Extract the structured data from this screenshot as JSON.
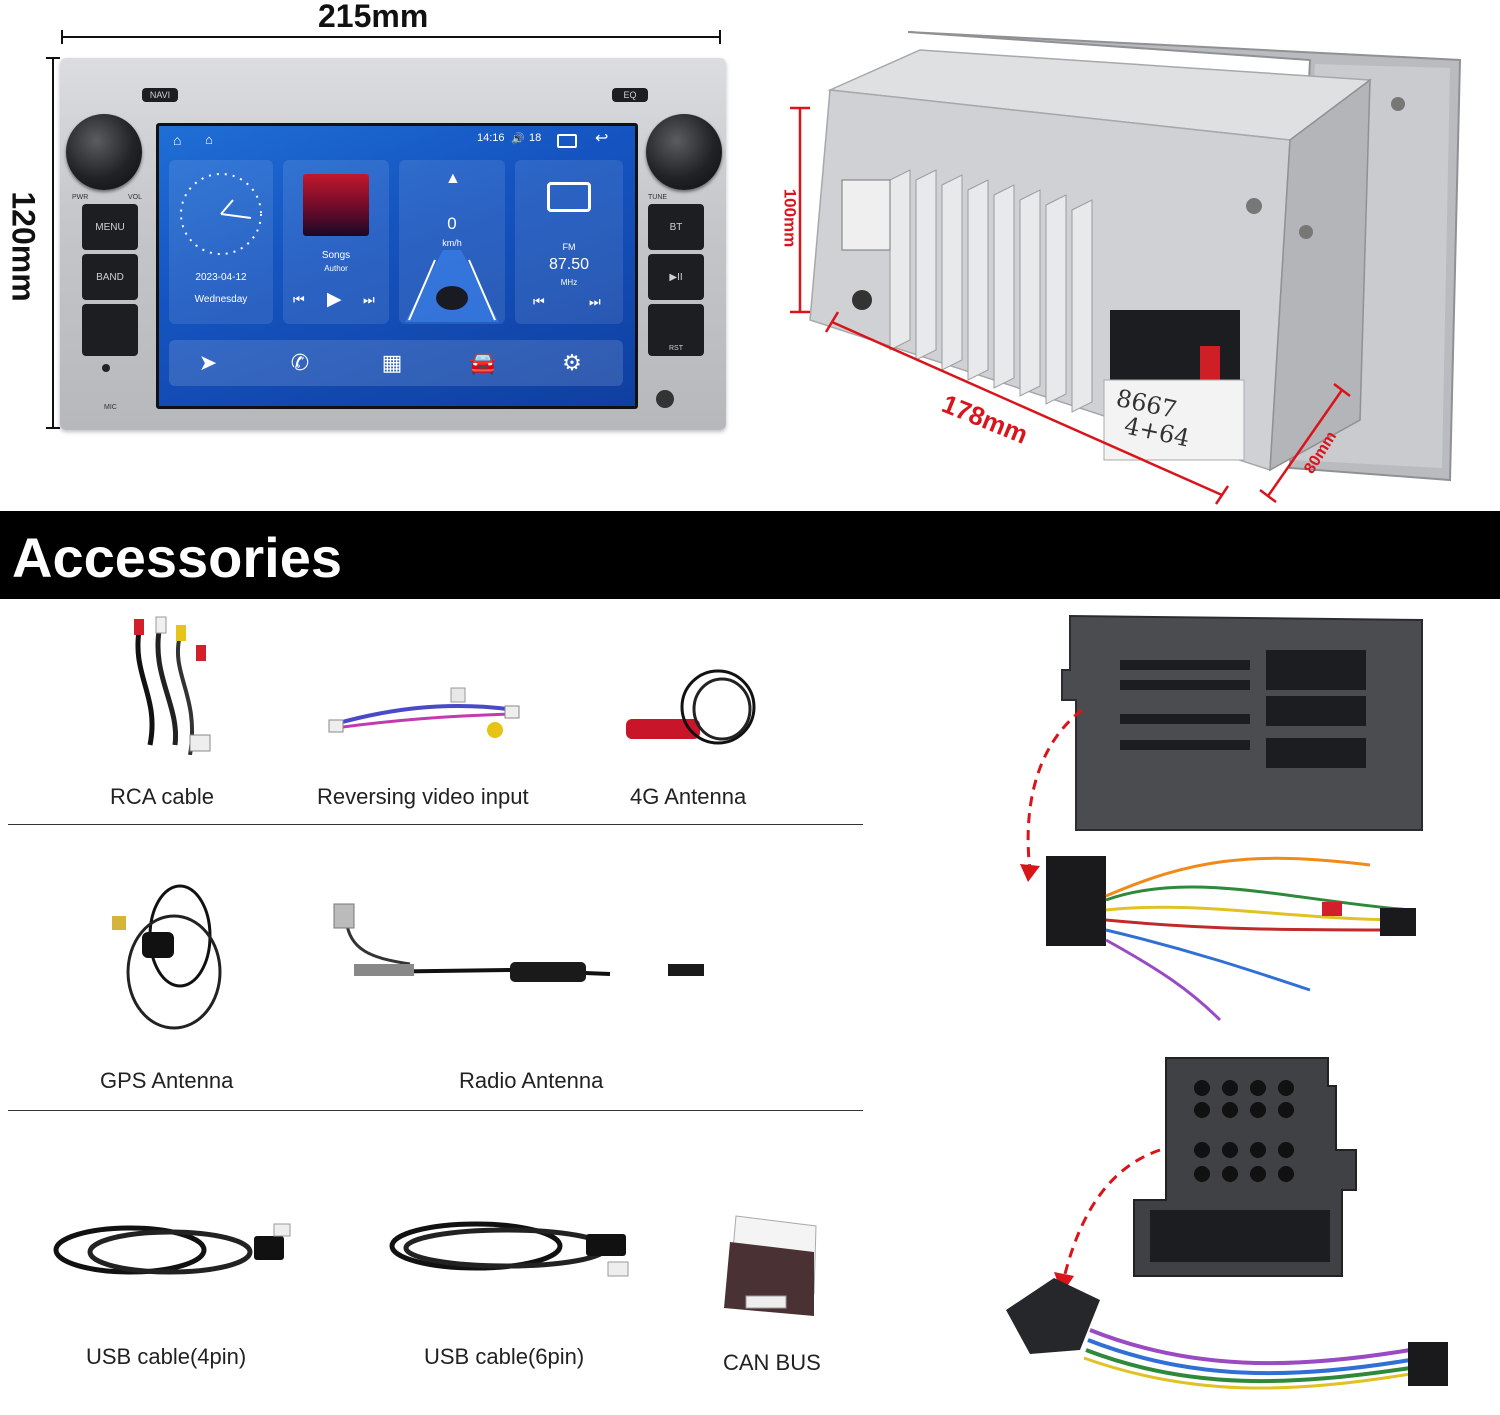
{
  "dimensions": {
    "width": "215mm",
    "height": "120mm",
    "depth_side": "100mm",
    "length": "178mm",
    "depth": "80mm"
  },
  "head_unit": {
    "buttons": {
      "navi": "NAVI",
      "eq": "EQ",
      "menu": "MENU",
      "band": "BAND",
      "bt": "BT",
      "play_pause": "▶II",
      "rst": "RST",
      "pwr": "PWR",
      "vol": "VOL",
      "tune": "TUNE",
      "mic": "MIC"
    },
    "status_bar": {
      "time": "14:16",
      "volume": "18"
    },
    "clock_widget": {
      "date": "2023-04-12",
      "day": "Wednesday"
    },
    "music_widget": {
      "title": "Songs",
      "artist": "Author"
    },
    "speed_widget": {
      "speed": "0",
      "unit": "km/h"
    },
    "radio_widget": {
      "band": "FM",
      "frequency": "87.50",
      "unit": "MHz"
    },
    "dock_icons": [
      "navigation-icon",
      "phone-icon",
      "apps-icon",
      "car-icon",
      "settings-icon"
    ]
  },
  "rear_unit": {
    "label_line1": "8667",
    "label_line2": "4+64"
  },
  "accessories": {
    "title": "Accessories",
    "items": [
      {
        "label": "RCA cable"
      },
      {
        "label": "Reversing video input"
      },
      {
        "label": "4G Antenna"
      },
      {
        "label": "GPS Antenna"
      },
      {
        "label": "Radio Antenna"
      },
      {
        "label": "USB cable(4pin)"
      },
      {
        "label": "USB cable(6pin)"
      },
      {
        "label": "CAN BUS"
      }
    ]
  },
  "colors": {
    "dimension_red": "#d8151b",
    "banner_bg": "#000000",
    "screen_blue": "#1554c0"
  }
}
